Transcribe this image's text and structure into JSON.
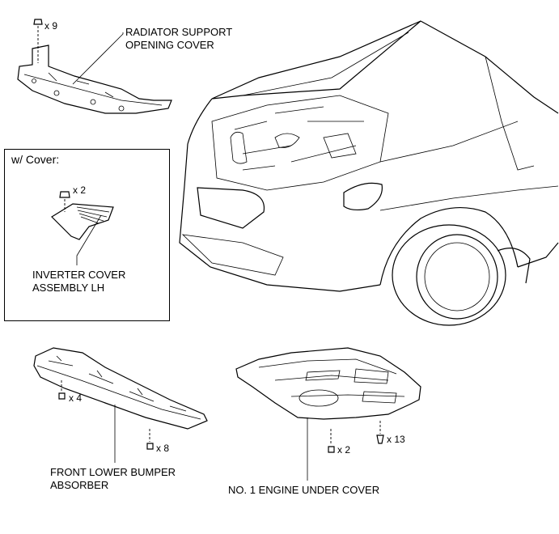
{
  "labels": {
    "radiator_cover": [
      "RADIATOR SUPPORT",
      "OPENING COVER"
    ],
    "inset_title": "w/ Cover:",
    "inverter_cover": [
      "INVERTER COVER",
      "ASSEMBLY LH"
    ],
    "bumper_absorber": [
      "FRONT LOWER BUMPER",
      "ABSORBER"
    ],
    "engine_under_cover": "NO. 1 ENGINE UNDER COVER"
  },
  "quantities": {
    "radiator_clips": "x 9",
    "inverter_clips": "x 2",
    "bumper_bolts_a": "x 4",
    "bumper_bolts_b": "x 8",
    "under_cover_bolts": "x 2",
    "under_cover_clips": "x 13"
  }
}
